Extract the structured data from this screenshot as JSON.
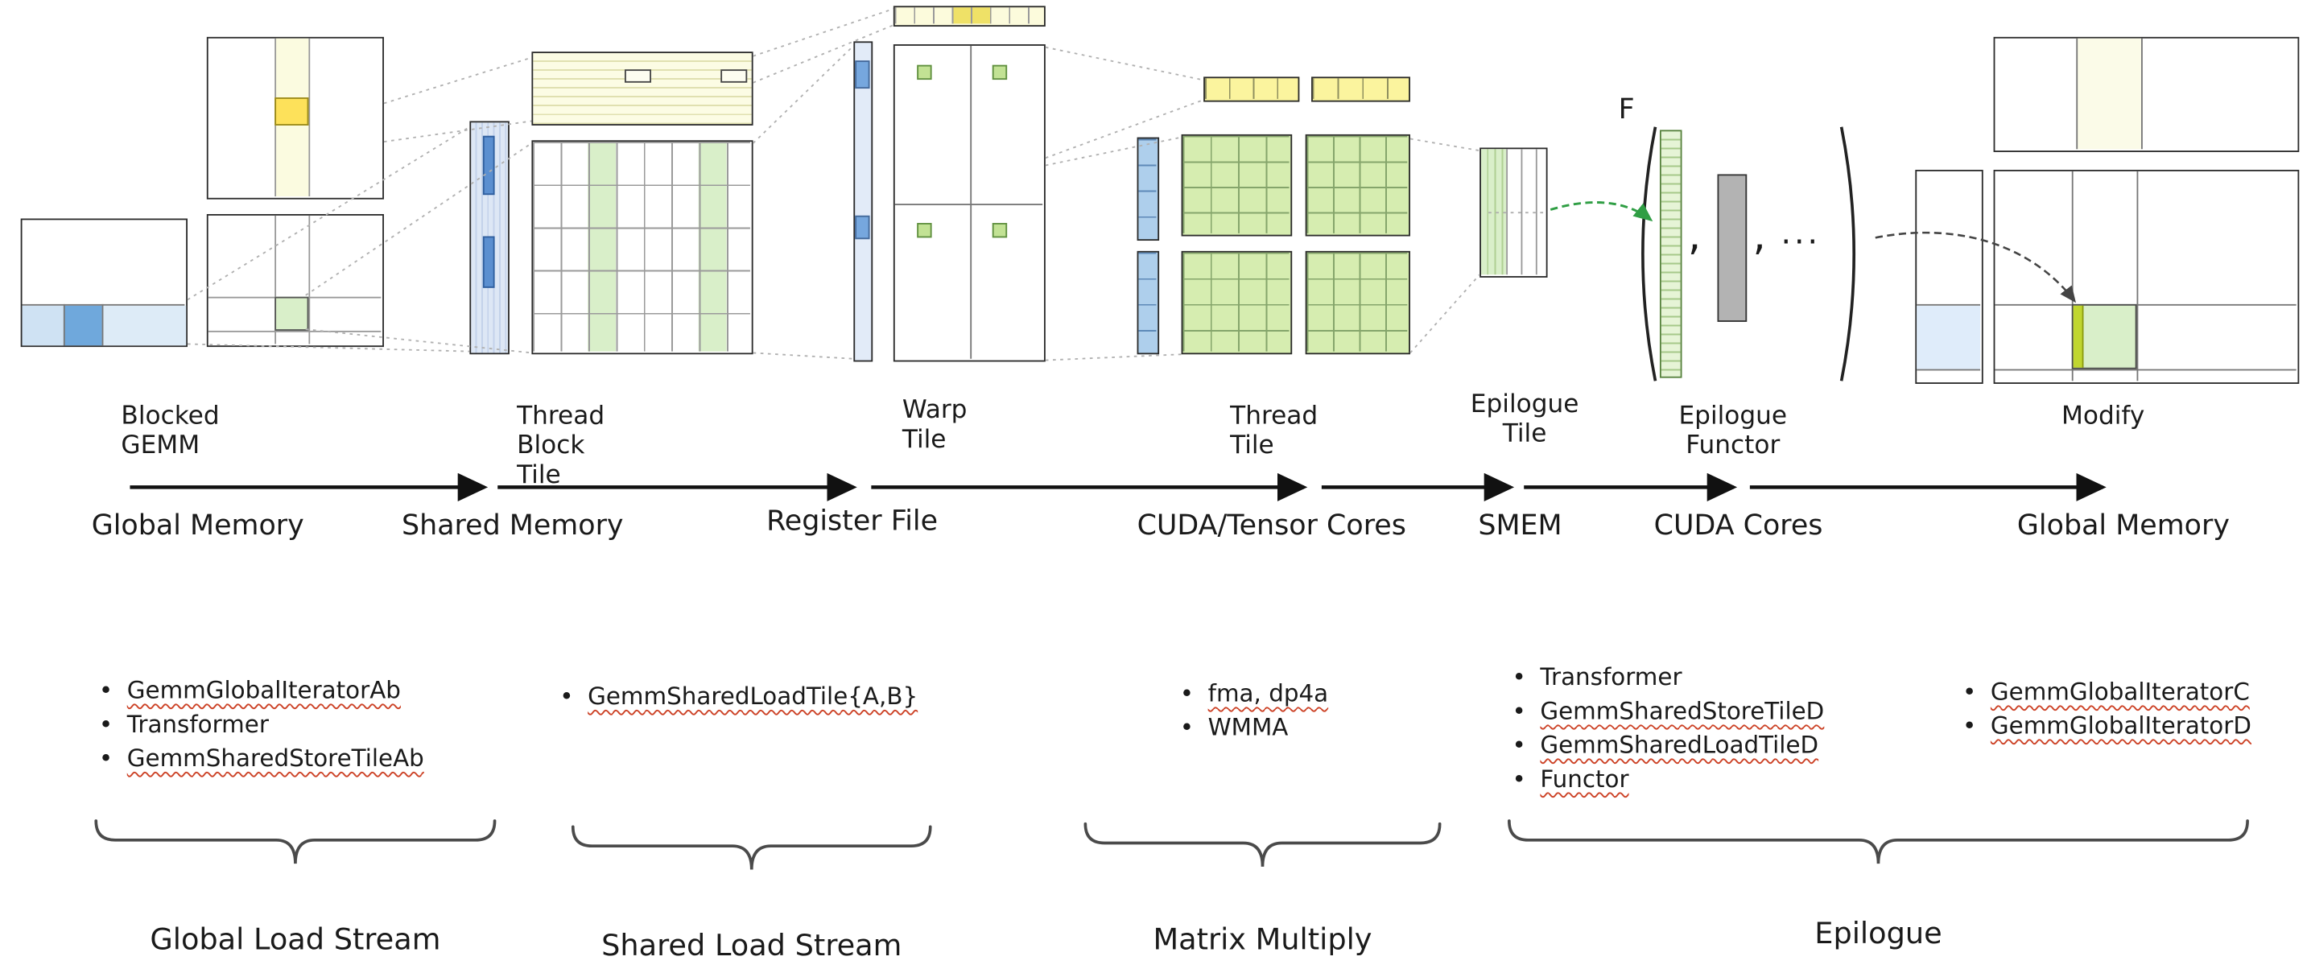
{
  "colors": {
    "light_blue": "#cfe2f3",
    "medium_blue": "#6fa8dc",
    "strip_blue": "#5b8fd0",
    "pale_yellow": "#fbfbe0",
    "yellow_highlight": "#fde15a",
    "light_green": "#d9efc9",
    "bright_green": "#c0d62f",
    "gray_bar": "#b3b3b3",
    "arrow_green": "#2f9e44"
  },
  "tiles": {
    "blocked_gemm": "Blocked GEMM",
    "thread_block_tile": "Thread Block Tile",
    "warp_tile": "Warp Tile",
    "thread_tile": "Thread Tile",
    "epilogue_tile": "Epilogue\nTile",
    "epilogue_functor": "Epilogue\nFunctor",
    "modify": "Modify"
  },
  "functor": {
    "f": "F",
    "comma1": ",",
    "comma2": ",",
    "ellipsis": "..."
  },
  "memory_flow": [
    "Global Memory",
    "Shared Memory",
    "Register File",
    "CUDA/Tensor Cores",
    "SMEM",
    "CUDA Cores",
    "Global Memory"
  ],
  "lists": {
    "global_load": [
      "GemmGlobalIteratorAb",
      "Transformer",
      "GemmSharedStoreTileAb"
    ],
    "shared_load": [
      "GemmSharedLoadTile{A,B}"
    ],
    "matrix_multiply": [
      "fma, dp4a",
      "WMMA"
    ],
    "epilogue": [
      "Transformer",
      "GemmSharedStoreTileD",
      "GemmSharedLoadTileD",
      "Functor"
    ],
    "global_store": [
      "GemmGlobalIteratorC",
      "GemmGlobalIteratorD"
    ]
  },
  "streams": [
    "Global Load Stream",
    "Shared Load Stream",
    "Matrix Multiply",
    "Epilogue"
  ]
}
